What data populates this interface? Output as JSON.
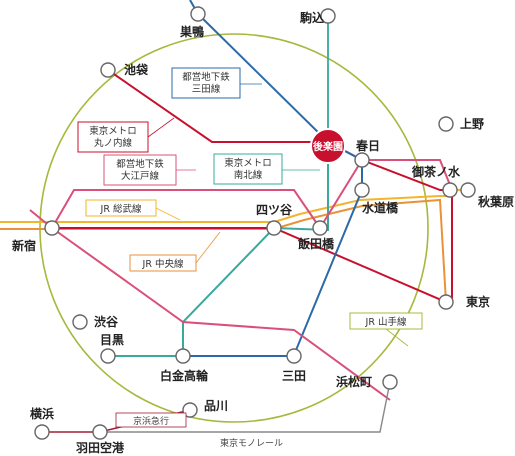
{
  "hub": {
    "label": "後楽園",
    "color": "#c8102e"
  },
  "stations": {
    "sugamo": "巣鴨",
    "komagome": "駒込",
    "ikebukuro": "池袋",
    "ueno": "上野",
    "kasuga": "春日",
    "ochanomizu": "御茶ノ水",
    "akihabara": "秋葉原",
    "suidobashi": "水道橋",
    "yotsuya": "四ツ谷",
    "iidabashi": "飯田橋",
    "shinjuku": "新宿",
    "tokyo": "東京",
    "shibuya": "渋谷",
    "meguro": "目黒",
    "shirokanetakanawa": "白金高輪",
    "mita": "三田",
    "hamamatsucho": "浜松町",
    "shinagawa": "品川",
    "yokohama": "横浜",
    "haneda": "羽田空港"
  },
  "line_labels": {
    "toei_mita": [
      "都営地下鉄",
      "三田線"
    ],
    "marunouchi": [
      "東京メトロ",
      "丸ノ内線"
    ],
    "oedo": [
      "都営地下鉄",
      "大江戸線"
    ],
    "namboku": [
      "東京メトロ",
      "南北線"
    ],
    "jr_sobu": "JR 総武線",
    "jr_chuo": "JR 中央線",
    "jr_yamanote": "JR 山手線",
    "keikyu": "京浜急行",
    "monorail": "東京モノレール"
  },
  "colors": {
    "yamanote": "#a8b83c",
    "mita": "#2b6aa8",
    "marunouchi": "#c8102e",
    "oedo": "#d9507a",
    "namboku": "#3aa89e",
    "sobu": "#f2b52c",
    "chuo": "#e8923a",
    "keikyu": "#a31f34",
    "monorail": "#888888",
    "box_mita": "#2b6aa8",
    "box_marunouchi": "#c8102e",
    "box_oedo": "#d9507a",
    "box_namboku": "#3aa89e",
    "box_jr": "#f2b52c",
    "box_yamanote": "#a8b83c",
    "box_keikyu": "#a31f34"
  }
}
